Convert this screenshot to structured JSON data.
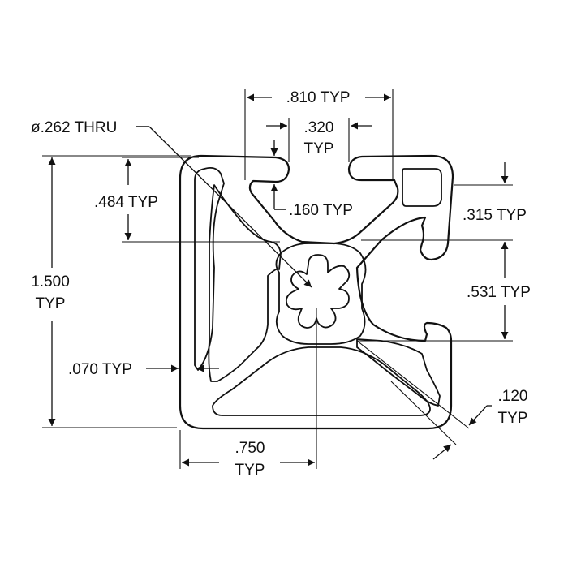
{
  "labels": {
    "width_typ": ".810 TYP",
    "slot_open_value": ".320",
    "slot_open_typ": "TYP",
    "bore": "ø.262 THRU",
    "depth_typ": ".484 TYP",
    "slot_lip_typ": ".160 TYP",
    "lip_right_typ": ".315 TYP",
    "overall_value": "1.500",
    "overall_typ": "TYP",
    "spacing_typ": ".531 TYP",
    "wall_typ": ".070 TYP",
    "corner_value": ".120",
    "corner_typ": "TYP",
    "center_value": ".750",
    "center_typ": "TYP"
  }
}
